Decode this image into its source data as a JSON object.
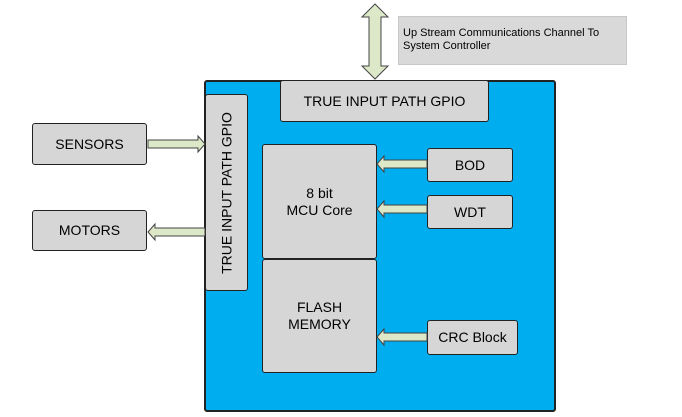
{
  "note": {
    "text": "Up Stream Communications Channel To System Controller"
  },
  "blocks": {
    "gpio_top": "TRUE INPUT PATH GPIO",
    "gpio_left": "TRUE INPUT PATH GPIO",
    "sensors": "SENSORS",
    "motors": "MOTORS",
    "mcu_line1": "8 bit",
    "mcu_line2": "MCU Core",
    "flash_line1": "FLASH",
    "flash_line2": "MEMORY",
    "bod": "BOD",
    "wdt": "WDT",
    "crc": "CRC Block"
  },
  "colors": {
    "chip": "#00adef",
    "block": "#d6d6d6",
    "arrow": "#dde8c8"
  }
}
